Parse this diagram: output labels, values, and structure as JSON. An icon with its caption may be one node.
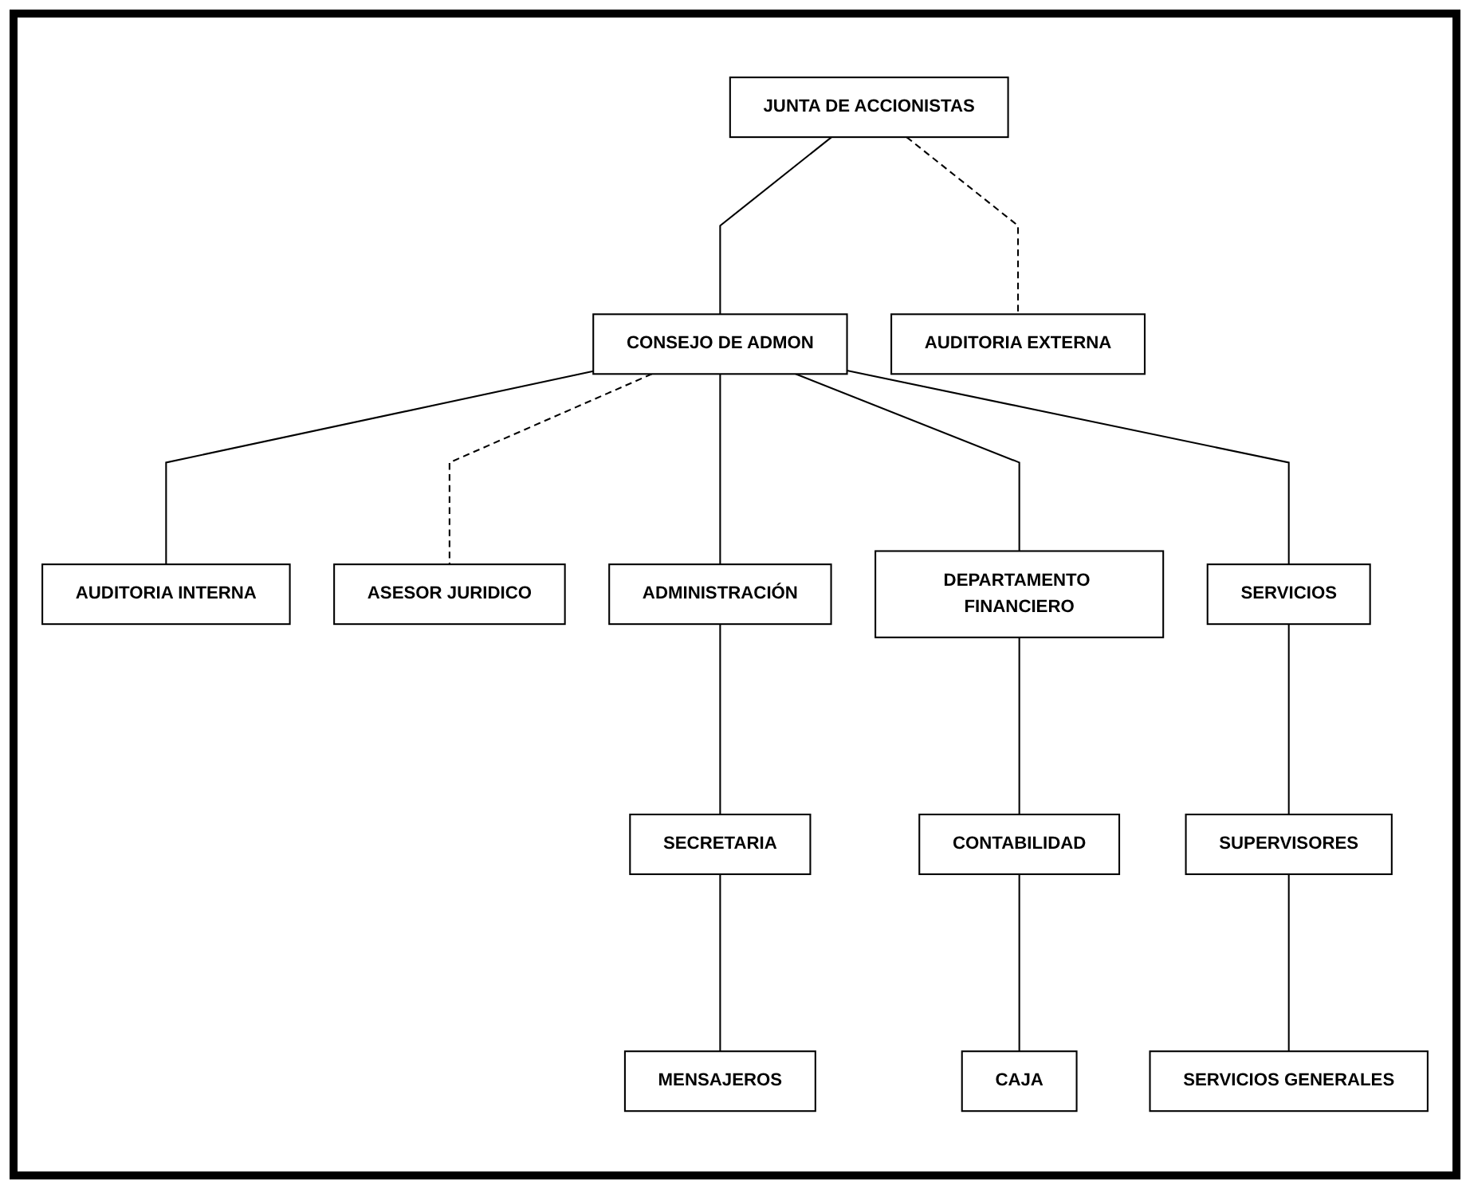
{
  "diagram": {
    "nodes": [
      {
        "text": [
          "JUNTA DE ACCIONISTAS"
        ]
      },
      {
        "text": [
          "AUDITORIA EXTERNA"
        ]
      },
      {
        "text": [
          "CONSEJO DE ADMON"
        ]
      },
      {
        "text": [
          "AUDITORIA INTERNA"
        ]
      },
      {
        "text": [
          "ASESOR JURIDICO"
        ]
      },
      {
        "text": [
          "ADMINISTRACIÓN"
        ]
      },
      {
        "text": [
          "DEPARTAMENTO FINANCIERO"
        ]
      },
      {
        "text": [
          "SERVICIOS"
        ]
      },
      {
        "text": [
          "SECRETARIA"
        ]
      },
      {
        "text": [
          "CONTABILIDAD"
        ]
      },
      {
        "text": [
          "SUPERVISORES"
        ]
      },
      {
        "text": [
          "MENSAJEROS"
        ]
      },
      {
        "text": [
          "CAJA"
        ]
      },
      {
        "text": [
          "SERVICIOS GENERALES"
        ]
      }
    ],
    "edges": [
      {
        "from": 0,
        "to": 2,
        "arrow": "none"
      },
      {
        "from": 0,
        "to": 1,
        "arrow": "none",
        "style": "dashed"
      },
      {
        "from": 2,
        "to": 3,
        "arrow": "none"
      },
      {
        "from": 2,
        "to": 4,
        "arrow": "none",
        "style": "dashed"
      },
      {
        "from": 2,
        "to": 5,
        "arrow": "none"
      },
      {
        "from": 2,
        "to": 6,
        "arrow": "none"
      },
      {
        "from": 2,
        "to": 7,
        "arrow": "none"
      },
      {
        "from": 5,
        "to": 8,
        "arrow": "none"
      },
      {
        "from": 8,
        "to": 11,
        "arrow": "none"
      },
      {
        "from": 6,
        "to": 9,
        "arrow": "none"
      },
      {
        "from": 9,
        "to": 12,
        "arrow": "none"
      },
      {
        "from": 7,
        "to": 10,
        "arrow": "none"
      },
      {
        "from": 10,
        "to": 13,
        "arrow": "none"
      }
    ]
  }
}
